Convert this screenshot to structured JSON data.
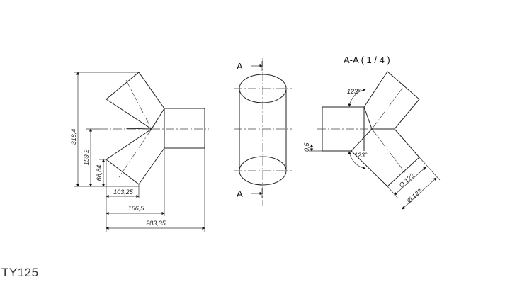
{
  "drawing": {
    "part_code": "TY125",
    "section_label": "A-A ( 1 / 4 )",
    "cut_label_top": "A",
    "cut_label_bottom": "A",
    "dimensions": {
      "height_total": "318,4",
      "height_mid": "159,2",
      "height_small": "66,84",
      "width_1": "103,25",
      "width_2": "166,5",
      "width_3": "283,35",
      "angle_top": "123°",
      "angle_bottom": "123°",
      "offset": "0,5",
      "diameter_inner": "Ø 122",
      "diameter_outer": "Ø 123"
    }
  }
}
